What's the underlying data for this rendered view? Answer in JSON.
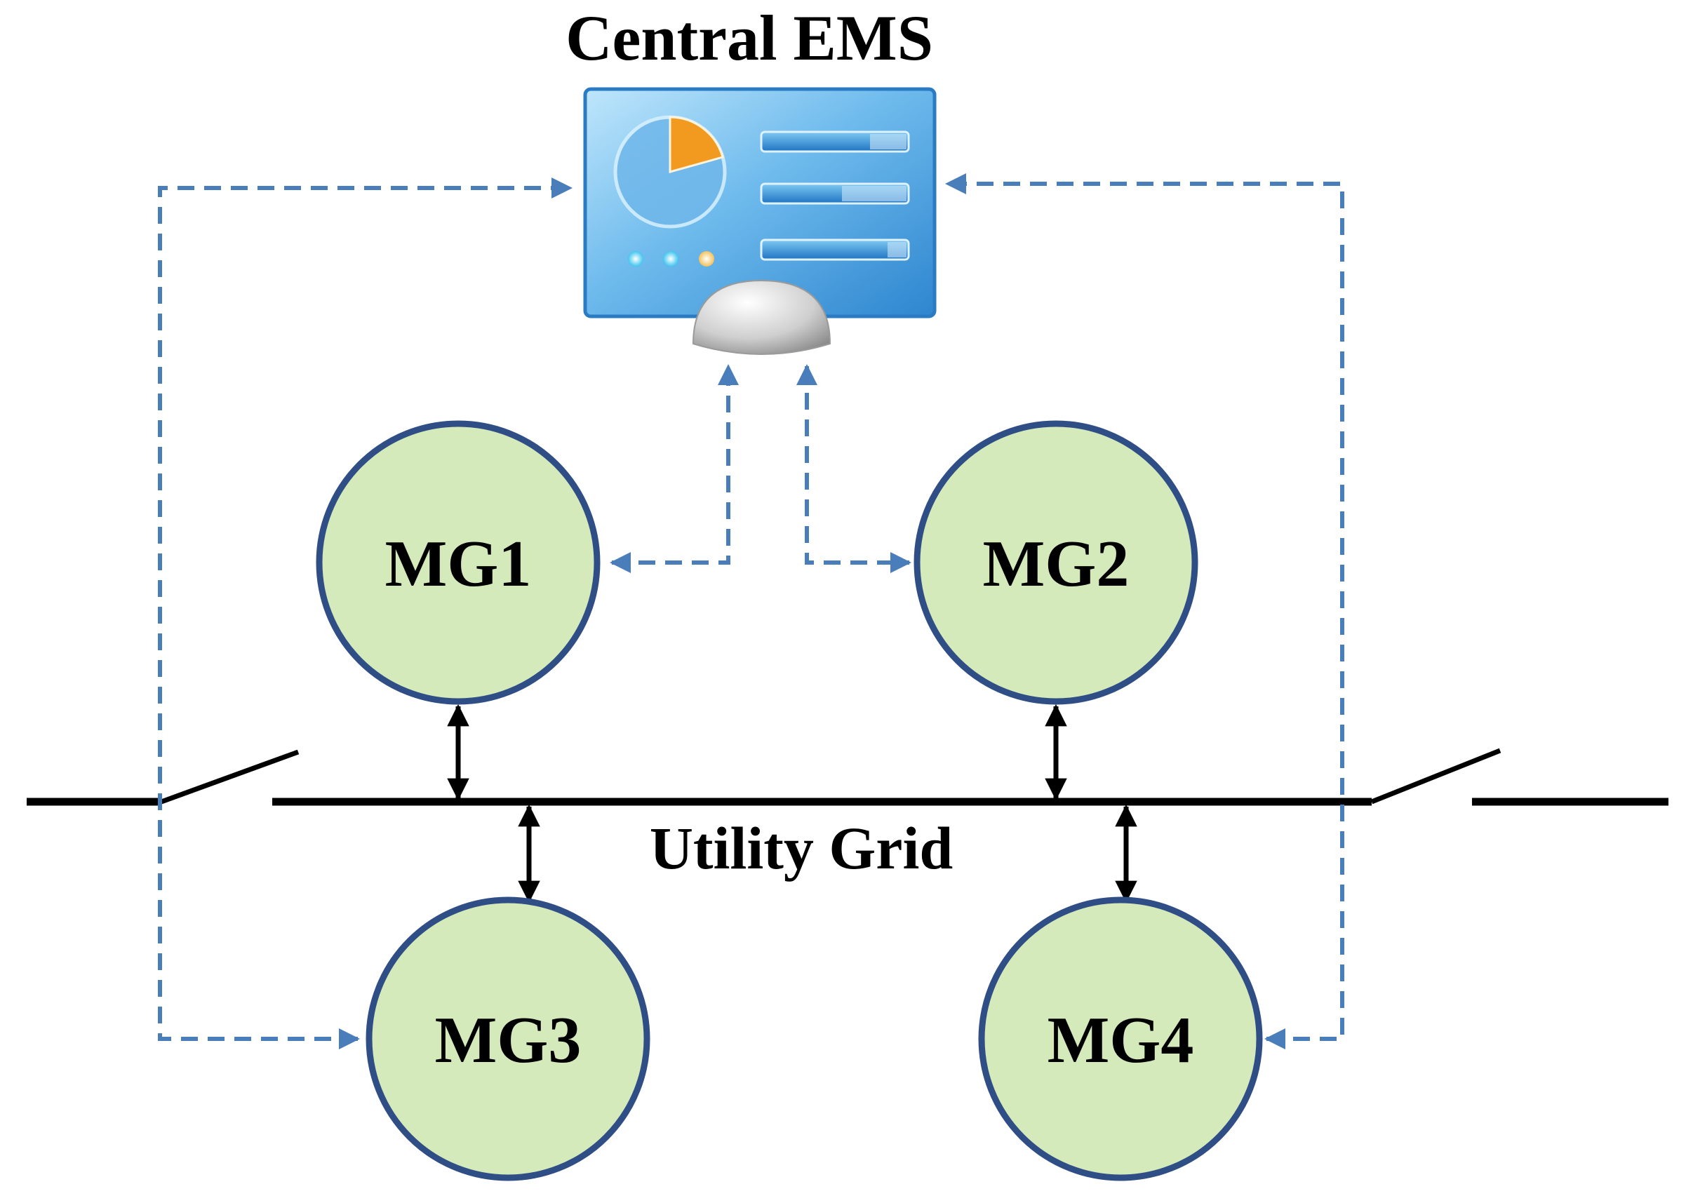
{
  "title": "Central EMS",
  "grid_label": "Utility Grid",
  "nodes": [
    {
      "id": "MG1",
      "label": "MG1"
    },
    {
      "id": "MG2",
      "label": "MG2"
    },
    {
      "id": "MG3",
      "label": "MG3"
    },
    {
      "id": "MG4",
      "label": "MG4"
    }
  ],
  "colors": {
    "microgrid_fill": "#d5eabb",
    "microgrid_stroke": "#2f4e86",
    "communication_link": "#4a7ebb",
    "power_link": "#000000",
    "ems_screen": "#3d94d6",
    "ems_chart_accent": "#f29a1f"
  },
  "icons": {
    "ems": "monitor-dashboard-icon",
    "switches": "switch-open-icon"
  }
}
